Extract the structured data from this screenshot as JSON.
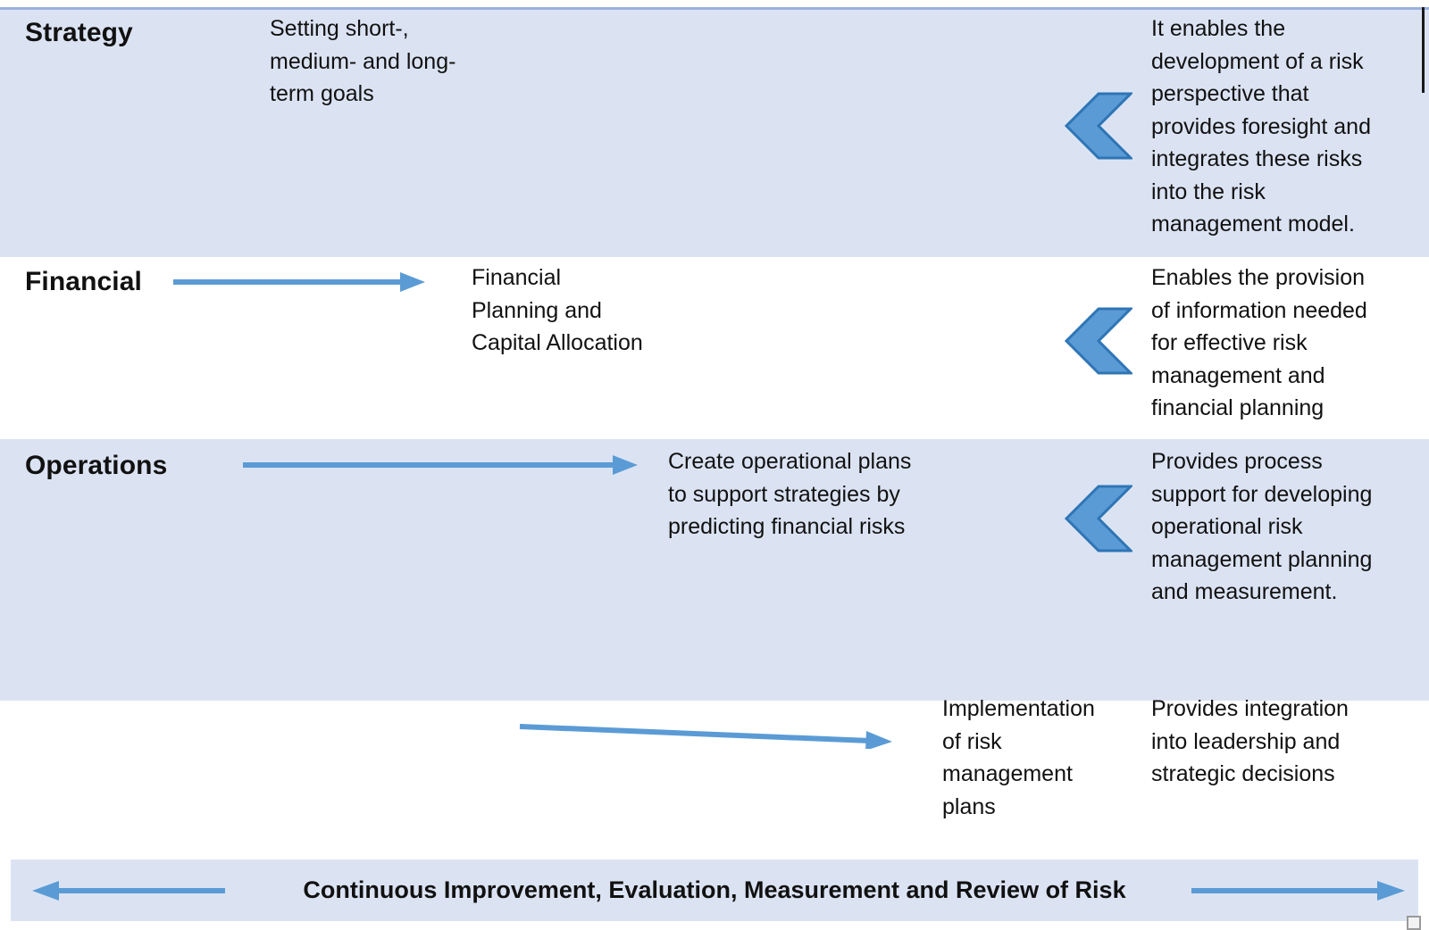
{
  "diagram": {
    "title_banner": "Continuous Improvement, Evaluation, Measurement and Review of Risk",
    "colors": {
      "band_fill": "#dbe3f3",
      "band_top_rule": "#9ab0dc",
      "arrow_blue": "#5b9bd5",
      "chevron_fill": "#5b9bd5",
      "chevron_outline": "#2e75b6",
      "text": "#111111"
    },
    "rows": [
      {
        "label": "Strategy",
        "activity": "Setting short-, medium- and long-term goals",
        "benefit": "It enables the development of a risk perspective that provides foresight and integrates these risks into the risk management model.",
        "shaded": true,
        "has_inbound_arrow": false,
        "chevron": "left-chevron-icon"
      },
      {
        "label": "Financial",
        "activity": "Financial Planning and Capital Allocation",
        "benefit": "Enables the provision of information needed for effective risk management and financial planning",
        "shaded": false,
        "has_inbound_arrow": true,
        "chevron": "left-chevron-icon"
      },
      {
        "label": "Operations",
        "activity": "Create operational plans to support strategies by predicting financial risks",
        "benefit": "Provides process support for developing operational risk management planning and measurement.",
        "shaded": true,
        "has_inbound_arrow": true,
        "chevron": "left-chevron-icon"
      },
      {
        "label": "",
        "activity": "Implementation of risk management plans",
        "benefit": "Provides integration into leadership and strategic decisions",
        "shaded": false,
        "has_inbound_arrow": true,
        "chevron": null
      }
    ],
    "banner_arrows": {
      "left": "arrow-left-icon",
      "right": "arrow-right-icon"
    }
  }
}
